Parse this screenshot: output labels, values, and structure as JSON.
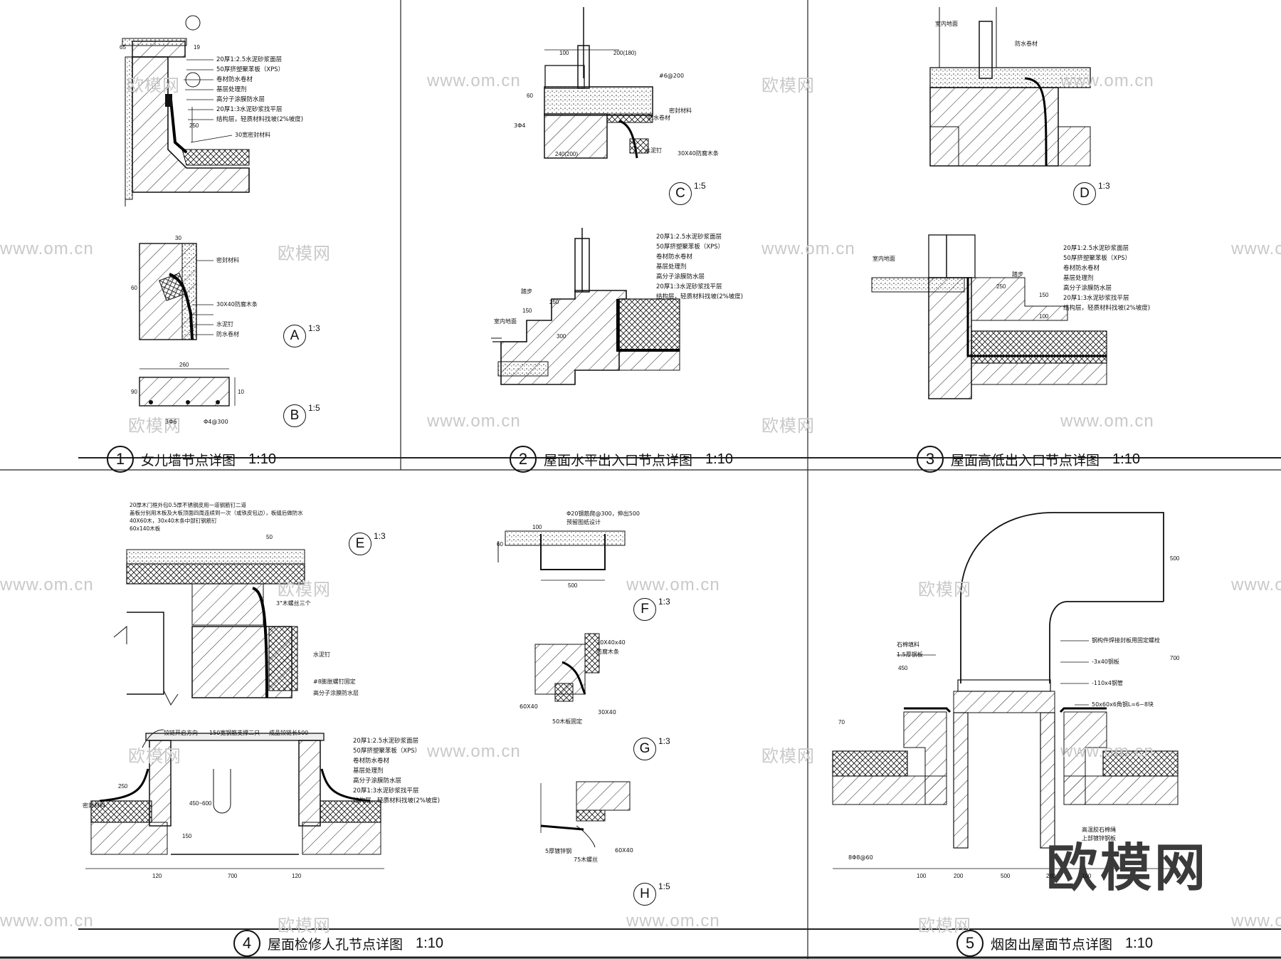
{
  "panels": {
    "p1": {
      "number": "1",
      "title": "女儿墙节点详图",
      "scale": "1:10"
    },
    "p2": {
      "number": "2",
      "title": "屋面水平出入口节点详图",
      "scale": "1:10"
    },
    "p3": {
      "number": "3",
      "title": "屋面高低出入口节点详图",
      "scale": "1:10"
    },
    "p4": {
      "number": "4",
      "title": "屋面检修人孔节点详图",
      "scale": "1:10"
    },
    "p5": {
      "number": "5",
      "title": "烟囱出屋面节点详图",
      "scale": "1:10"
    }
  },
  "details": {
    "A": {
      "letter": "A",
      "scale": "1:3"
    },
    "B": {
      "letter": "B",
      "scale": "1:5"
    },
    "C": {
      "letter": "C",
      "scale": "1:5"
    },
    "D": {
      "letter": "D",
      "scale": "1:3"
    },
    "E": {
      "letter": "E",
      "scale": "1:3"
    },
    "F": {
      "letter": "F",
      "scale": "1:3"
    },
    "G": {
      "letter": "G",
      "scale": "1:3"
    },
    "H": {
      "letter": "H",
      "scale": "1:5"
    }
  },
  "roof_layers": [
    "20厚1:2.5水泥砂浆面层",
    "50厚挤塑聚苯板（XPS）",
    "卷材防水卷材",
    "基层处理剂",
    "高分子涂膜防水层",
    "20厚1:3水泥砂浆找平层",
    "结构层，轻质材料找坡(2%坡度)"
  ],
  "labels": {
    "p1": [
      "30宽密封材料",
      "密封材料",
      "30X40防腐木条",
      "水泥钉",
      "防水卷材",
      "3Φ6",
      "Φ4@300"
    ],
    "p2": [
      "#6@200",
      "密封材料",
      "防水卷材",
      "水泥钉",
      "30X40防腐木条",
      "3Φ4",
      "踏步",
      "室内地面"
    ],
    "p3": [
      "室内地面",
      "防水卷材",
      "踏步",
      "室内地面"
    ],
    "p4": [
      "20厚木门框外包0.5厚不锈钢皮用一道钢筋钉二道",
      "盖板分别用木板及大板顶面四周连续到一次（或铁皮包边），板缝后做防水",
      "40X60木，30x40木条中部钉钢筋钉",
      "60x140木板",
      "3\"木螺丝三个",
      "水泥钉",
      "#8膨胀螺钉固定",
      "高分子涂膜防水层",
      "铰链开启方向",
      "150宽钢筋支撑二只",
      "成品铰链长500",
      "密封材料"
    ],
    "p4b": [
      "Φ20钢筋爬@300，伸出500",
      "预留图纸设计",
      "30X40x40",
      "防腐木条",
      "60X40",
      "50木板固定",
      "30X40",
      "5厚镀锌钢",
      "75木螺丝",
      "60X40"
    ],
    "p5": [
      "石棉填料",
      "1.5厚钢板",
      "钢构件焊接封板用固定螺栓",
      "-3x40钢板",
      "-110x4钢管",
      "50x60x6角钢L=6~8块",
      "高温胶石棉绳",
      "上部镀锌钢板",
      "8Φ8@60"
    ]
  },
  "dims": {
    "p1": [
      "65",
      "19",
      "250",
      "30",
      "60",
      "260",
      "90",
      "10"
    ],
    "p2": [
      "100",
      "200(180)",
      "60",
      "240(200)",
      "250",
      "300",
      "150"
    ],
    "p3": [
      "250",
      "150",
      "100"
    ],
    "p4": [
      "50",
      "120",
      "700",
      "120",
      "150",
      "450~600",
      "250"
    ],
    "p4b": [
      "100",
      "500",
      "60"
    ],
    "p5": [
      "500",
      "700",
      "70",
      "100",
      "200",
      "500",
      "200",
      "100",
      "450"
    ]
  },
  "watermark": {
    "text": "欧模网",
    "url": "www.om.cn"
  }
}
